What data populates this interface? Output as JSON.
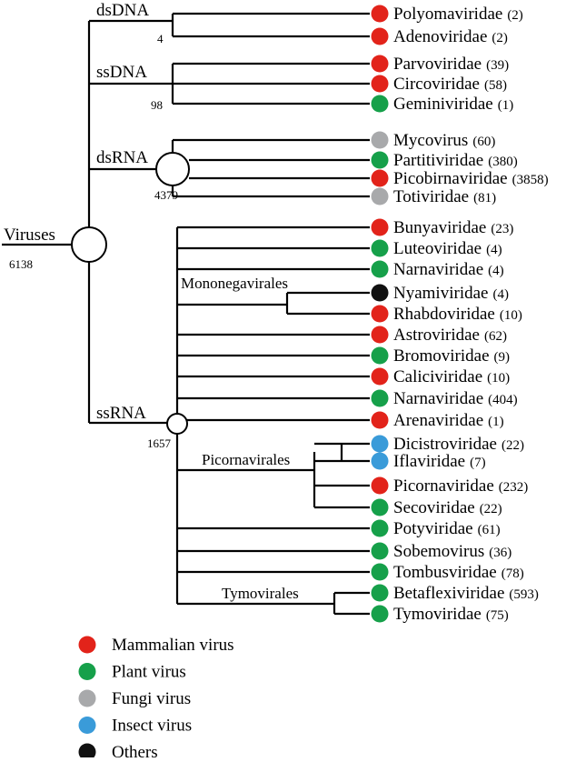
{
  "colors": {
    "mammal": "#e2231a",
    "plant": "#16a04a",
    "fungi": "#a8a9ab",
    "insect": "#3a9bd9",
    "other": "#111111"
  },
  "root": {
    "label": "Viruses",
    "count": "6138"
  },
  "groups": {
    "dsDNA": {
      "label": "dsDNA",
      "count": "4"
    },
    "ssDNA": {
      "label": "ssDNA",
      "count": "98"
    },
    "dsRNA": {
      "label": "dsRNA",
      "count": "4379"
    },
    "ssRNA": {
      "label": "ssRNA",
      "count": "1657"
    },
    "mononegavirales": {
      "label": "Mononegavirales"
    },
    "picornavirales": {
      "label": "Picornavirales"
    },
    "tymovirales": {
      "label": "Tymovirales"
    }
  },
  "leaves": [
    {
      "name": "Polyomaviridae",
      "count": "(2)",
      "type": "mammal"
    },
    {
      "name": "Adenoviridae",
      "count": "(2)",
      "type": "mammal"
    },
    {
      "name": "Parvoviridae",
      "count": "(39)",
      "type": "mammal"
    },
    {
      "name": "Circoviridae",
      "count": "(58)",
      "type": "mammal"
    },
    {
      "name": "Geminiviridae",
      "count": "(1)",
      "type": "plant"
    },
    {
      "name": "Mycovirus",
      "count": "(60)",
      "type": "fungi"
    },
    {
      "name": "Partitiviridae",
      "count": "(380)",
      "type": "plant"
    },
    {
      "name": "Picobirnaviridae",
      "count": "(3858)",
      "type": "mammal"
    },
    {
      "name": "Totiviridae",
      "count": "(81)",
      "type": "fungi"
    },
    {
      "name": "Bunyaviridae",
      "count": "(23)",
      "type": "mammal"
    },
    {
      "name": "Luteoviridae",
      "count": "(4)",
      "type": "plant"
    },
    {
      "name": "Narnaviridae",
      "count": "(4)",
      "type": "plant"
    },
    {
      "name": "Nyamiviridae",
      "count": "(4)",
      "type": "other"
    },
    {
      "name": "Rhabdoviridae",
      "count": "(10)",
      "type": "mammal"
    },
    {
      "name": "Astroviridae",
      "count": "(62)",
      "type": "mammal"
    },
    {
      "name": "Bromoviridae",
      "count": "(9)",
      "type": "plant"
    },
    {
      "name": "Caliciviridae",
      "count": "(10)",
      "type": "mammal"
    },
    {
      "name": "Narnaviridae",
      "count": "(404)",
      "type": "plant"
    },
    {
      "name": "Arenaviridae",
      "count": "(1)",
      "type": "mammal"
    },
    {
      "name": "Dicistroviridae",
      "count": "(22)",
      "type": "insect"
    },
    {
      "name": "Iflaviridae",
      "count": "(7)",
      "type": "insect"
    },
    {
      "name": "Picornaviridae",
      "count": "(232)",
      "type": "mammal"
    },
    {
      "name": "Secoviridae",
      "count": "(22)",
      "type": "plant"
    },
    {
      "name": "Potyviridae",
      "count": "(61)",
      "type": "plant"
    },
    {
      "name": "Sobemovirus",
      "count": "(36)",
      "type": "plant"
    },
    {
      "name": "Tombusviridae",
      "count": "(78)",
      "type": "plant"
    },
    {
      "name": "Betaflexiviridae",
      "count": "(593)",
      "type": "plant"
    },
    {
      "name": "Tymoviridae",
      "count": "(75)",
      "type": "plant"
    }
  ],
  "legend": [
    {
      "label": "Mammalian virus",
      "type": "mammal"
    },
    {
      "label": "Plant virus",
      "type": "plant"
    },
    {
      "label": "Fungi virus",
      "type": "fungi"
    },
    {
      "label": "Insect virus",
      "type": "insect"
    },
    {
      "label": "Others",
      "type": "other"
    }
  ]
}
